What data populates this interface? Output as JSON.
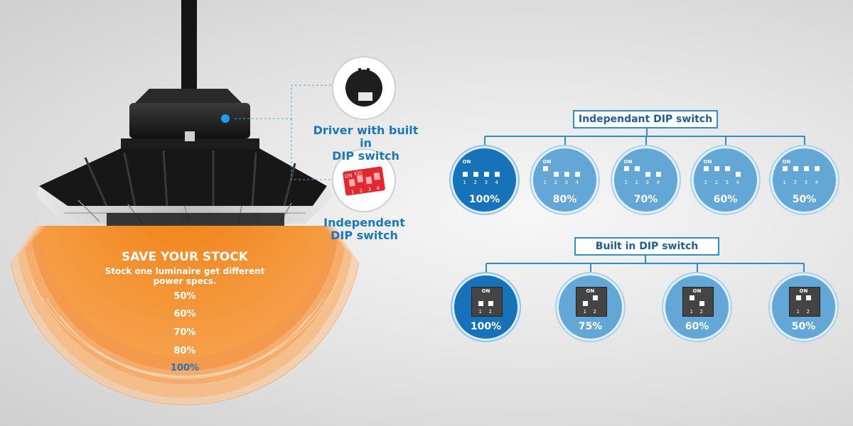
{
  "left": {
    "callout_driver": [
      "Driver with built in",
      "DIP switch"
    ],
    "callout_independent": [
      "Independent",
      "DIP switch"
    ],
    "save_title": "SAVE YOUR STOCK",
    "save_sub": [
      "Stock one luminaire  get different",
      "power specs."
    ],
    "levels": [
      "50%",
      "60%",
      "70%",
      "80%",
      "100%"
    ],
    "switch_print": "ON",
    "switch_brand": "KZC",
    "switch_nums": [
      "1",
      "2",
      "3",
      "4"
    ]
  },
  "independent": {
    "title": "Independant DIP switch",
    "on_label": "ON",
    "nums": [
      "1",
      "2",
      "3",
      "4"
    ],
    "items": [
      {
        "label": "100%",
        "up": [
          false,
          false,
          false,
          false
        ]
      },
      {
        "label": "80%",
        "up": [
          true,
          false,
          false,
          false
        ]
      },
      {
        "label": "70%",
        "up": [
          true,
          true,
          false,
          false
        ]
      },
      {
        "label": "60%",
        "up": [
          true,
          true,
          true,
          false
        ]
      },
      {
        "label": "50%",
        "up": [
          true,
          true,
          true,
          true
        ]
      }
    ]
  },
  "builtin": {
    "title": "Built in DIP switch",
    "on_label": "ON",
    "nums": [
      "1",
      "2"
    ],
    "items": [
      {
        "label": "100%",
        "up": [
          false,
          false
        ]
      },
      {
        "label": "75%",
        "up": [
          false,
          true
        ]
      },
      {
        "label": "60%",
        "up": [
          true,
          false
        ]
      },
      {
        "label": "50%",
        "up": [
          true,
          true
        ]
      }
    ]
  },
  "colors": {
    "accent_blue": "#1879bd",
    "circle_strong": "#1673ba",
    "circle_soft": "#63a7d6",
    "fan_orange": "#f28c1e"
  }
}
